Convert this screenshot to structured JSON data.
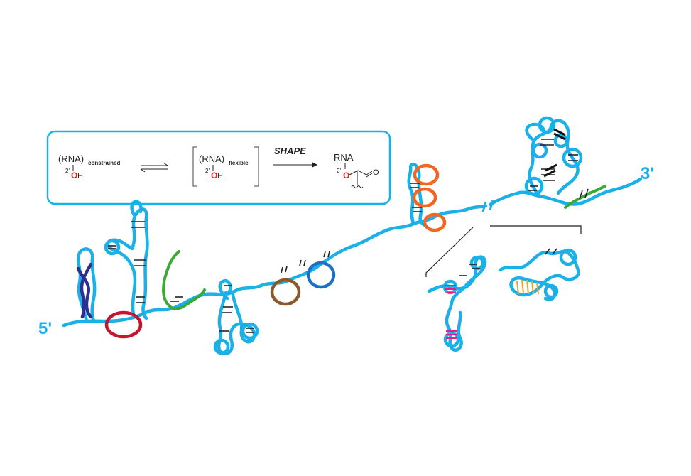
{
  "colors": {
    "rna": "#1ab0e8",
    "box_border": "#1ab0e8",
    "text": "#222222",
    "oxygen": "#e8202a",
    "loop_red": "#c4162e",
    "loop_orange": "#f26522",
    "loop_brown": "#8b5a2b",
    "loop_blue": "#1f6fc4",
    "helix_purple": "#2e2e8f",
    "strand_green": "#3aa935",
    "pair_magenta": "#e0218a",
    "pair_orange": "#f7a21b"
  },
  "equation": {
    "constrained_prefix": "(RNA)",
    "constrained_sub": "constrained",
    "flexible_prefix": "(RNA)",
    "flexible_sub": "flexible",
    "hydroxyl_O": "O",
    "hydroxyl_H": "H",
    "position_mark": "2'",
    "reagent": "SHAPE",
    "product_label": "RNA",
    "product_O": "O",
    "carbonyl_O": "O"
  },
  "labels": {
    "five_prime": "5'",
    "three_prime": "3'"
  }
}
